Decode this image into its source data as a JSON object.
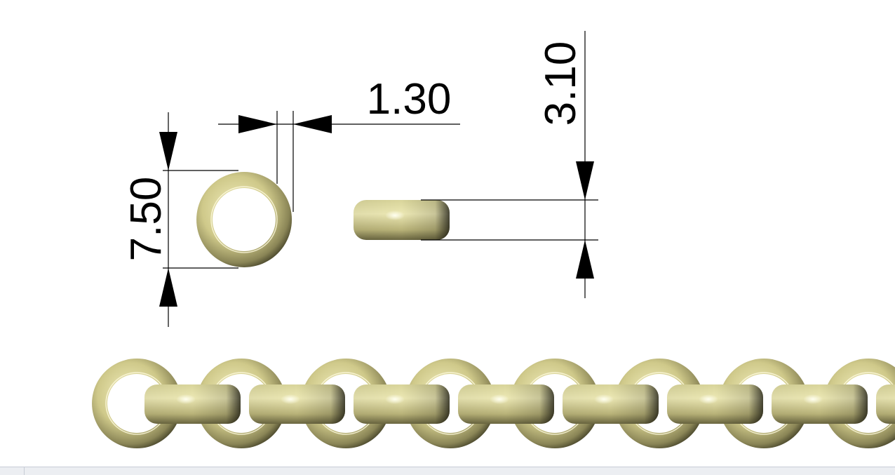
{
  "drawing": {
    "dimensions": {
      "outer_diameter": "7.50",
      "wire_thickness": "1.30",
      "link_height": "3.10"
    },
    "colors": {
      "metal_light": "#f4f0c0",
      "metal_mid": "#cfc98a",
      "metal_dark": "#3e3c24",
      "dimension_line": "#000000"
    },
    "chain_link_pairs": 8
  }
}
